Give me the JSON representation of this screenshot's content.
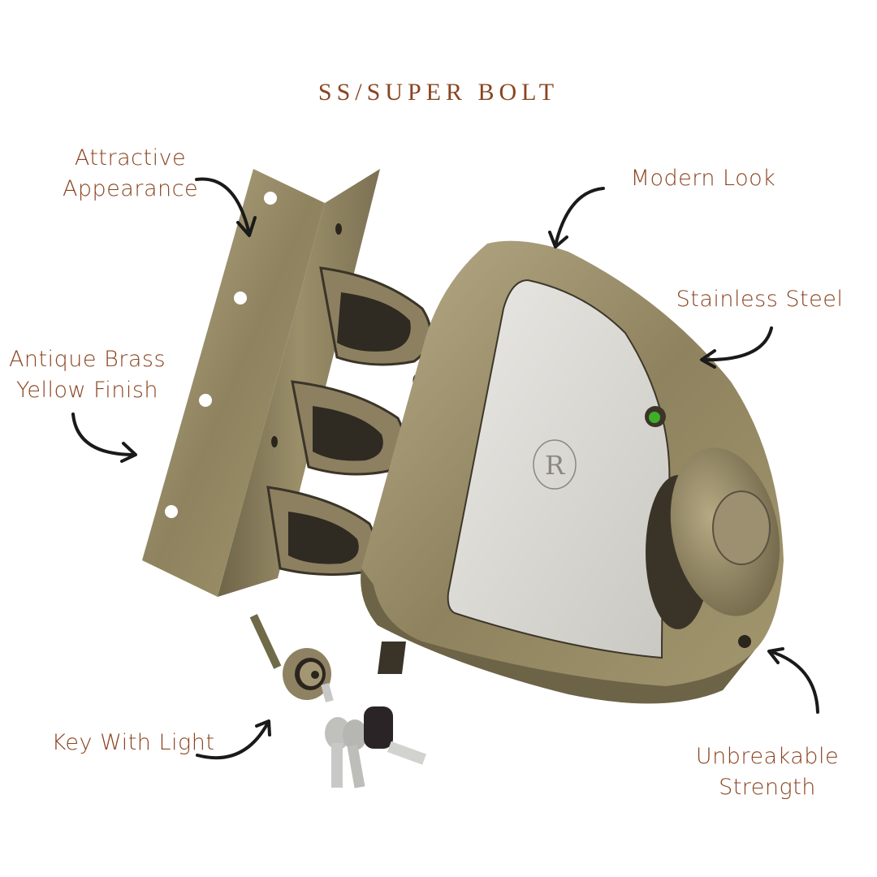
{
  "title": "SS/SUPER BOLT",
  "colors": {
    "label_text": "#8a4420",
    "arrow": "#1a1a1a",
    "brass": "#a89a74",
    "brass_dark": "#6e6448",
    "steel_plate": "#d9d8d3",
    "indicator_light": "#3fae2a"
  },
  "callouts": [
    {
      "id": "attractive-appearance",
      "lines": [
        "Attractive",
        "Appearance"
      ]
    },
    {
      "id": "antique-brass",
      "lines": [
        "Antique Brass",
        "Yellow Finish"
      ]
    },
    {
      "id": "modern-look",
      "lines": [
        "Modern Look"
      ]
    },
    {
      "id": "stainless-steel",
      "lines": [
        "Stainless Steel"
      ]
    },
    {
      "id": "key-with-light",
      "lines": [
        "Key With Light"
      ]
    },
    {
      "id": "unbreakable-strength",
      "lines": [
        "Unbreakable",
        "Strength"
      ]
    }
  ],
  "product": {
    "name": "Door night latch lock with strike plate",
    "logo_letter": "R",
    "components": [
      "strike-plate",
      "lock-body",
      "stainless-steel-plate",
      "indicator-light",
      "knob",
      "key-cylinder",
      "keys"
    ]
  }
}
